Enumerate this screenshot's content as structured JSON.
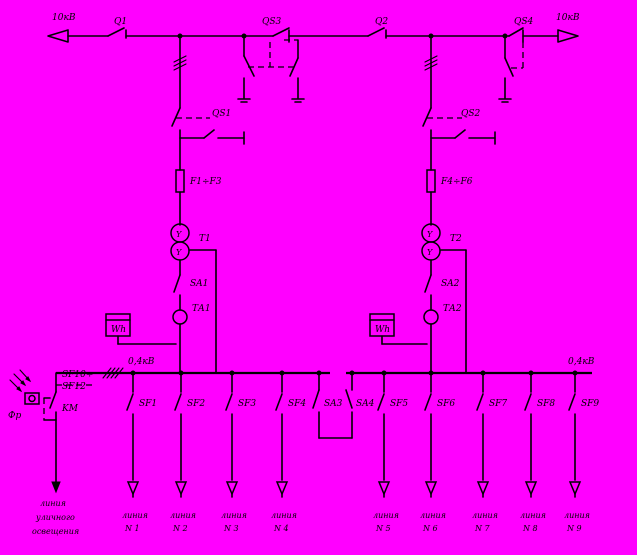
{
  "labels": {
    "v10_left": "10кВ",
    "v10_right": "10кВ",
    "q1": "Q1",
    "q2": "Q2",
    "qs3": "QS3",
    "qs4": "QS4",
    "qs1": "QS1",
    "qs2": "QS2",
    "f1f3": "F1÷F3",
    "f4f6": "F4÷F6",
    "t1": "T1",
    "t2": "T2",
    "sa1": "SA1",
    "sa2": "SA2",
    "ta1": "ТА1",
    "ta2": "ТА2",
    "wh1": "Wh",
    "wh2": "Wh",
    "v04_left": "0,4кВ",
    "v04_right": "0,4кВ",
    "sf10": "SF10÷",
    "sf12": "SF12",
    "km": "KM",
    "fr": "Фр",
    "sf1": "SF1",
    "sf2": "SF2",
    "sf3": "SF3",
    "sf4": "SF4",
    "sa3": "SA3",
    "sa4": "SA4",
    "sf5": "SF5",
    "sf6": "SF6",
    "sf7": "SF7",
    "sf8": "SF8",
    "sf9": "SF9",
    "street_1": "линия",
    "street_2": "уличного",
    "street_3": "освещения",
    "lines": [
      {
        "top": "линия",
        "bottom": "N 1"
      },
      {
        "top": "линия",
        "bottom": "N 2"
      },
      {
        "top": "линия",
        "bottom": "N 3"
      },
      {
        "top": "линия",
        "bottom": "N 4"
      },
      {
        "top": "линия",
        "bottom": "N 5"
      },
      {
        "top": "линия",
        "bottom": "N 6"
      },
      {
        "top": "линия",
        "bottom": "N 7"
      },
      {
        "top": "линия",
        "bottom": "N 8"
      },
      {
        "top": "линия",
        "bottom": "N 9"
      }
    ]
  },
  "colors": {
    "background": "#ff00ff",
    "ink": "#000000"
  }
}
